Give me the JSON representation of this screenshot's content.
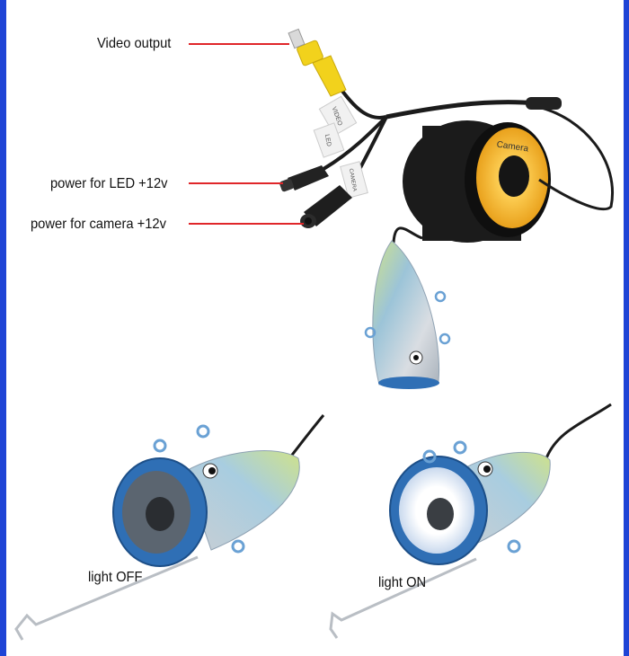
{
  "labels": {
    "video_output": "Video output",
    "power_led": "power for LED +12v",
    "power_camera": "power for camera +12v",
    "light_off": "light OFF",
    "light_on": "light ON"
  },
  "cable_tags": {
    "video": "VIDEO",
    "led": "LED",
    "camera": "CAMERA"
  },
  "reel_brand": "Camera",
  "colors": {
    "frame": "#1f44d6",
    "leader_line": "#e0262a",
    "rca_plug": "#f2d21c",
    "reel_core": "#f4b227",
    "camera_ring": "#2f6fb5"
  }
}
